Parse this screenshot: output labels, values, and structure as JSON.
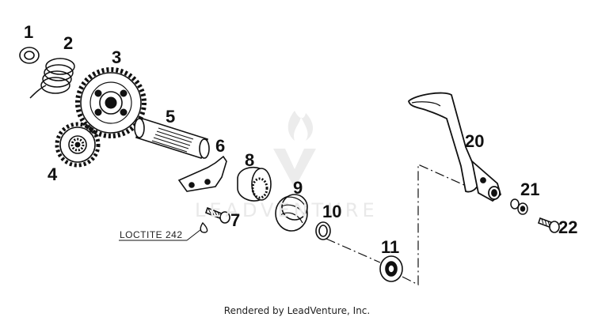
{
  "diagram": {
    "callouts": [
      {
        "id": "1",
        "label": "1"
      },
      {
        "id": "2",
        "label": "2"
      },
      {
        "id": "3",
        "label": "3"
      },
      {
        "id": "4",
        "label": "4"
      },
      {
        "id": "5",
        "label": "5"
      },
      {
        "id": "6",
        "label": "6"
      },
      {
        "id": "7",
        "label": "7"
      },
      {
        "id": "8",
        "label": "8"
      },
      {
        "id": "9",
        "label": "9"
      },
      {
        "id": "10",
        "label": "10"
      },
      {
        "id": "11",
        "label": "11"
      },
      {
        "id": "20",
        "label": "20"
      },
      {
        "id": "21",
        "label": "21"
      },
      {
        "id": "22",
        "label": "22"
      }
    ],
    "note": "LOCTITE 242",
    "watermark": "LEADVENTURE",
    "footer": "Rendered by LeadVenture, Inc.",
    "colors": {
      "line": "#111111",
      "watermark": "#e9e9e9",
      "background": "#ffffff"
    }
  }
}
